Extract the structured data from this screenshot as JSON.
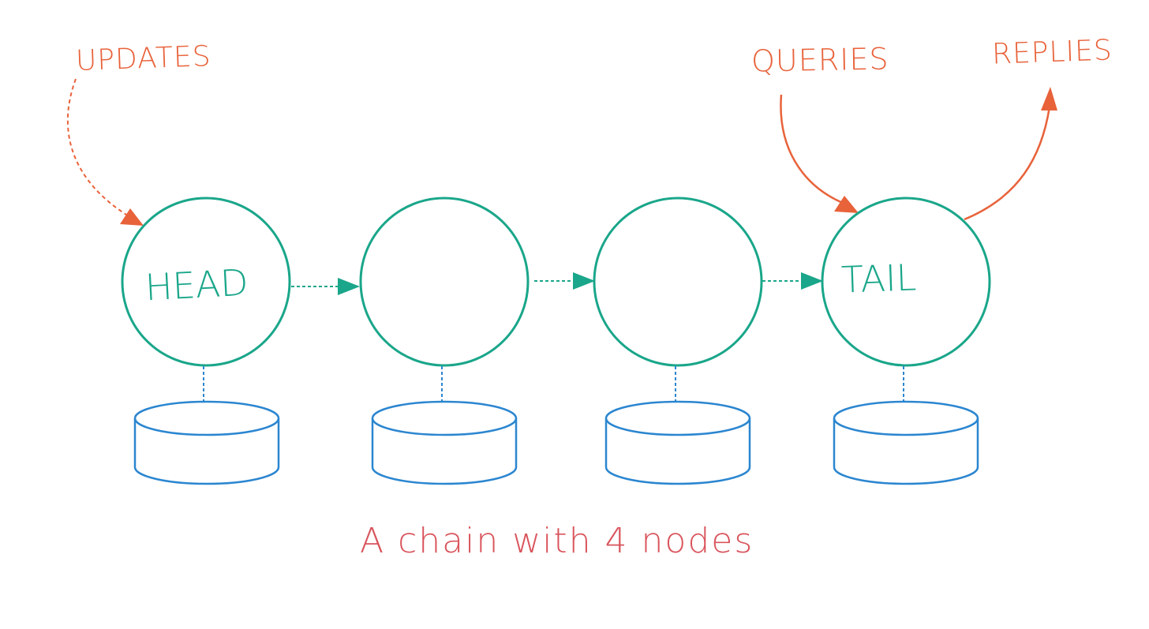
{
  "colors": {
    "node": "#1aa68a",
    "storage": "#2b86d0",
    "annotation": "#e8623a",
    "caption": "#d9545c"
  },
  "labels": {
    "updates": "UPDATES",
    "queries": "QUERIES",
    "replies": "REPLIES"
  },
  "nodes": [
    {
      "label": "HEAD"
    },
    {
      "label": ""
    },
    {
      "label": ""
    },
    {
      "label": "TAIL"
    }
  ],
  "caption": "A chain with 4 nodes"
}
